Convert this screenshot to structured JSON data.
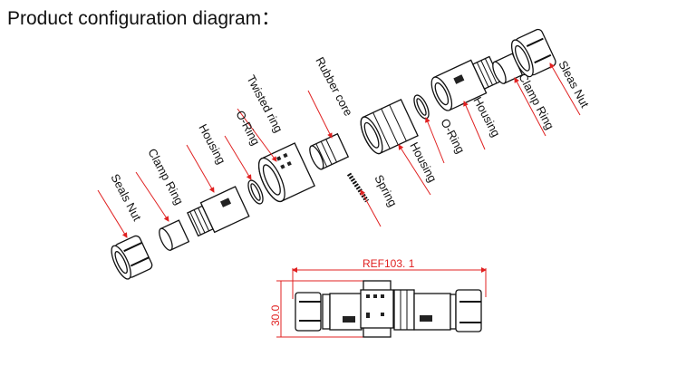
{
  "title": "Product configuration diagram：",
  "labels": {
    "seals_nut_left": "Seals Nut",
    "clamp_ring_left": "Clamp Ring",
    "housing_left": "Housing",
    "o_ring_left": "O-Ring",
    "twisted_ring": "Twisted ring",
    "rubber_core": "Rubber core",
    "spring": "Spring",
    "housing_mid": "Housing",
    "o_ring_right": "O-Ring",
    "housing_right": "Housing",
    "clamp_ring_right": "Clamp Ring",
    "seals_nut_right": "Sleas Nut"
  },
  "dimensions": {
    "length": "REF103. 1",
    "height": "30.0"
  },
  "colors": {
    "leader": "#e02020",
    "line": "#111111"
  }
}
